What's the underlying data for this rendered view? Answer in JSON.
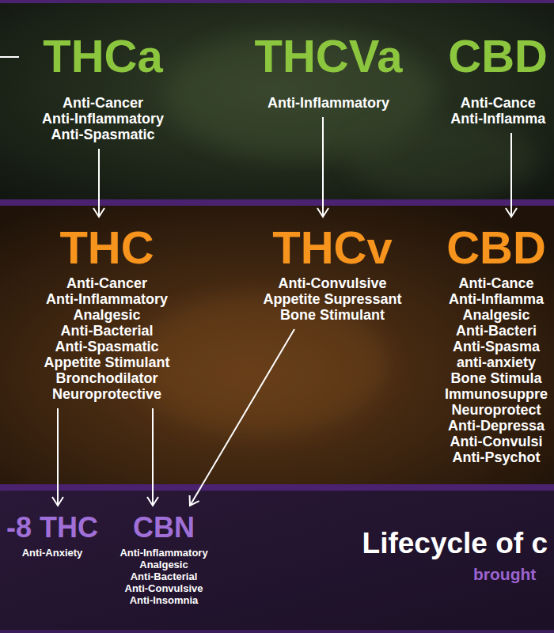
{
  "diagram": {
    "title": "Lifecycle of c",
    "nodes": [
      {
        "text": [
          "THCa",
          "Anti-Cancer",
          "Anti-Inflammatory",
          "Anti-Spasmatic"
        ]
      },
      {
        "text": [
          "THCVa",
          "Anti-Inflammatory"
        ]
      },
      {
        "text": [
          "CBD",
          "Anti-Cance",
          "Anti-Inflamma"
        ]
      },
      {
        "text": [
          "THC",
          "Anti-Cancer",
          "Anti-Inflammatory",
          "Analgesic",
          "Anti-Bacterial",
          "Anti-Spasmatic",
          "Appetite Stimulant",
          "Bronchodilator",
          "Neuroprotective"
        ]
      },
      {
        "text": [
          "THCv",
          "Anti-Convulsive",
          "Appetite Supressant",
          "Bone Stimulant"
        ]
      },
      {
        "text": [
          "CBD",
          "Anti-Cance",
          "Anti-Inflamma",
          "Analgesic",
          "Anti-Bacteri",
          "Anti-Spasma",
          "anti-anxiety",
          "Bone Stimula",
          "Immunosuppre",
          "Neuroprotect",
          "Anti-Depressa",
          "Anti-Convulsi",
          "Anti-Psychot"
        ]
      },
      {
        "text": [
          "-8 THC",
          "Anti-Anxiety"
        ]
      },
      {
        "text": [
          "CBN",
          "Anti-Inflammatory",
          "Analgesic",
          "Anti-Bacterial",
          "Anti-Convulsive",
          "Anti-Insomnia"
        ]
      }
    ],
    "edges": [
      {
        "from": 0,
        "to": 3,
        "arrow": "to"
      },
      {
        "from": 1,
        "to": 4,
        "arrow": "to"
      },
      {
        "from": 2,
        "to": 5,
        "arrow": "to"
      },
      {
        "from": 3,
        "to": 6,
        "arrow": "to"
      },
      {
        "from": 3,
        "to": 7,
        "arrow": "to"
      },
      {
        "from": 4,
        "to": 7,
        "arrow": "to"
      }
    ],
    "labels": [
      "brought"
    ]
  }
}
